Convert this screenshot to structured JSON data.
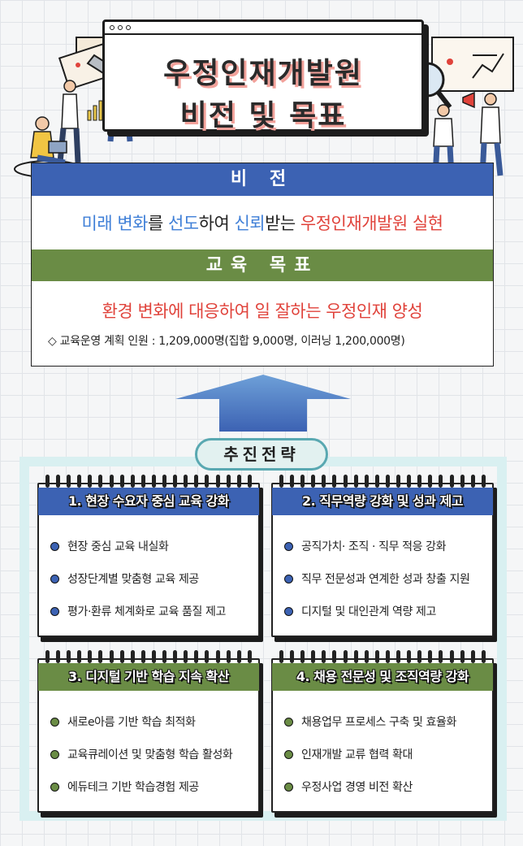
{
  "title": {
    "line1": "우정인재개발원",
    "line2": "비전 및 목표"
  },
  "vision": {
    "header": "비 전",
    "segments": [
      {
        "text": "미래 변화",
        "color": "#3f7fd7"
      },
      {
        "text": "를 ",
        "color": "#222222"
      },
      {
        "text": "선도",
        "color": "#3f7fd7"
      },
      {
        "text": "하여 ",
        "color": "#222222"
      },
      {
        "text": "신뢰",
        "color": "#3f7fd7"
      },
      {
        "text": "받는 ",
        "color": "#222222"
      },
      {
        "text": "우정인재개발원 실현",
        "color": "#e0433b"
      }
    ]
  },
  "goal": {
    "header": "교육 목표",
    "text": "환경 변화에 대응하여 일 잘하는 우정인재 양성",
    "note": "◇ 교육운영 계획 인원 : 1,209,000명(집합 9,000명, 이러닝 1,200,000명)"
  },
  "strategy": {
    "title": "추진전략",
    "cards": [
      {
        "heading": "1. 현장 수요자 중심 교육 강화",
        "color": "#3c62b3",
        "items": [
          "현장 중심 교육 내실화",
          "성장단계별 맞춤형 교육 제공",
          "평가·환류 체계화로 교육 품질 제고"
        ]
      },
      {
        "heading": "2. 직무역량 강화 및 성과 제고",
        "color": "#3c62b3",
        "items": [
          "공직가치· 조직 · 직무 적응 강화",
          "직무 전문성과 연계한 성과 창출 지원",
          "디지털 및 대인관계 역량 제고"
        ]
      },
      {
        "heading": "3. 디지털 기반 학습 지속 확산",
        "color": "#6a8c45",
        "items": [
          "새로e아름 기반 학습 최적화",
          "교육큐레이션 및 맞춤형 학습 활성화",
          "에듀테크 기반 학습경험 제공"
        ]
      },
      {
        "heading": "4. 채용 전문성 및 조직역량 강화",
        "color": "#6a8c45",
        "items": [
          "채용업무 프로세스 구축 및 효율화",
          "인재개발 교류 협력 확대",
          "우정사업 경영 비전 확산"
        ]
      }
    ]
  }
}
